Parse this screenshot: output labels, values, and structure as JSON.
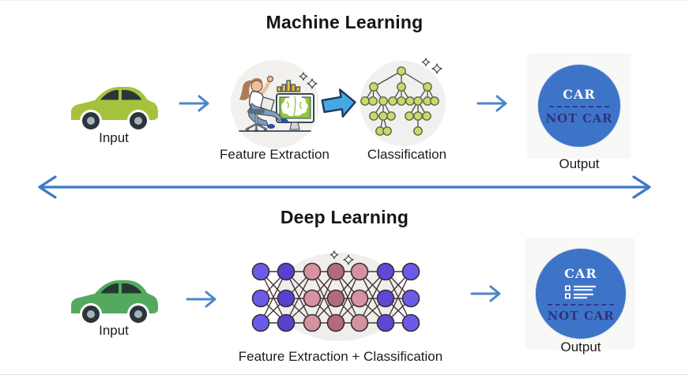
{
  "diagram": {
    "machine_learning": {
      "title": "Machine Learning",
      "input_label": "Input",
      "feature_extraction_label": "Feature Extraction",
      "classification_label": "Classification",
      "output_label": "Output",
      "output_circle": {
        "line1": "CAR",
        "line2": "NOT CAR"
      }
    },
    "deep_learning": {
      "title": "Deep Learning",
      "input_label": "Input",
      "combined_label": "Feature Extraction + Classification",
      "output_label": "Output",
      "output_circle": {
        "line1": "CAR",
        "line2": "NOT CAR"
      }
    },
    "icons": {
      "car": "side-view sedan pictogram",
      "right-arrow": "thin blue arrow glyph",
      "block-arrow": "filled light-blue block arrow with navy outline",
      "double-arrow": "full-width two-headed blue arrow divider",
      "person-at-computer": "analyst at monitor with brain on green screen",
      "decision-tree": "green-node classification tree",
      "neural-network": "7x3 fully-connected node graph",
      "sparkle": "four-point star outline",
      "checklist": "white checkbox list lines inside output circle"
    },
    "colors": {
      "output_circle_blue": "#3e74c8",
      "arrow_blue": "#4c86c8",
      "divider_arrow_blue": "#3b79c6",
      "block_arrow_fill": "#47a7e0",
      "block_arrow_outline": "#1d3a5e",
      "ml_car_green": "#a6c23d",
      "dl_car_green": "#53aa5e",
      "car_window_dark": "#2a363c",
      "tree_node_green": "#cbd96a",
      "tree_node_stroke": "#5a6748",
      "nn_node_blue": "#6a5ce8",
      "nn_node_purple": "#5742cf",
      "nn_node_rose": "#d4939f",
      "nn_node_mauve": "#b06c7a",
      "nn_node_purple2": "#5d49d6",
      "nn_edge": "#453439",
      "screen_green": "#8ec63f",
      "bar_chart_yellow": "#e5bd3d",
      "notcar_navy": "#32327e"
    }
  }
}
